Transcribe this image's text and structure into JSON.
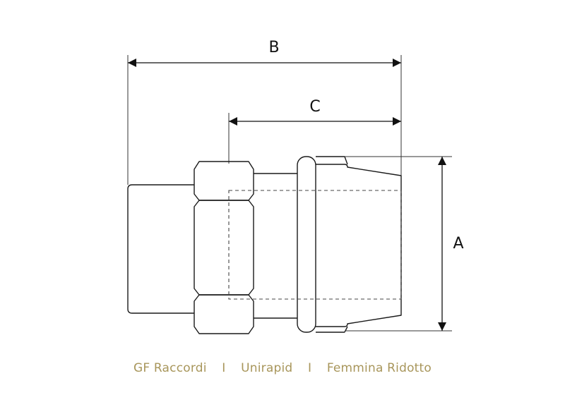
{
  "dimensions": {
    "a": "A",
    "b": "B",
    "c": "C"
  },
  "caption": {
    "brand": "GF Raccordi",
    "separator": "I",
    "line": "Unirapid",
    "product": "Femmina Ridotto"
  },
  "colors": {
    "caption": "#a8965b",
    "stroke": "#1a1a1a"
  }
}
